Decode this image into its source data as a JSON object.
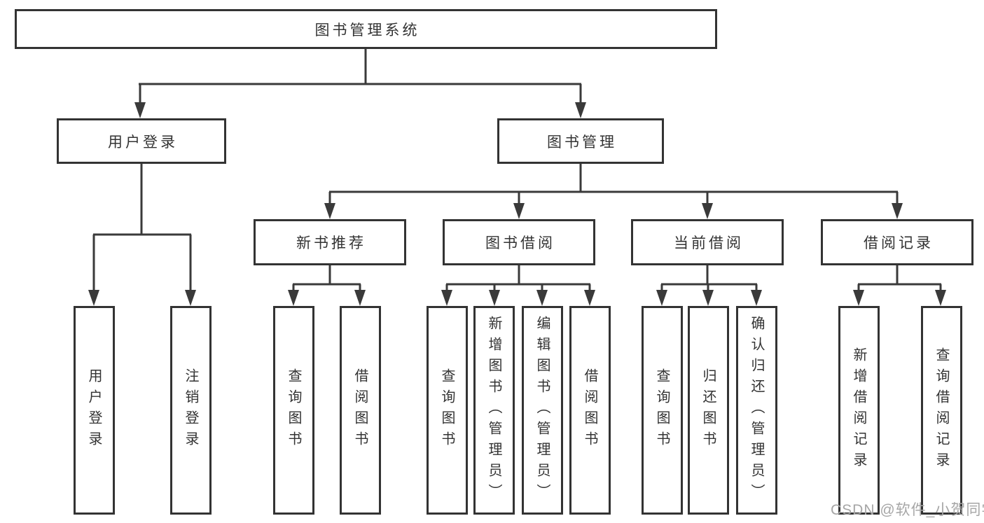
{
  "colors": {
    "background": "#ffffff",
    "line": "#3a3a3a",
    "box_border": "#333333",
    "text": "#333333",
    "watermark": "#a6a6a6"
  },
  "tree": {
    "root": {
      "label": "图书管理系统"
    },
    "children": [
      {
        "label": "用户登录",
        "children": [
          {
            "label": "用户登录"
          },
          {
            "label": "注销登录"
          }
        ]
      },
      {
        "label": "图书管理",
        "children": [
          {
            "label": "新书推荐",
            "children": [
              {
                "label": "查询图书"
              },
              {
                "label": "借阅图书"
              }
            ]
          },
          {
            "label": "图书借阅",
            "children": [
              {
                "label": "查询图书"
              },
              {
                "label": "新增图书（管理员）"
              },
              {
                "label": "编辑图书（管理员）"
              },
              {
                "label": "借阅图书"
              }
            ]
          },
          {
            "label": "当前借阅",
            "children": [
              {
                "label": "查询图书"
              },
              {
                "label": "归还图书"
              },
              {
                "label": "确认归还（管理员）"
              }
            ]
          },
          {
            "label": "借阅记录",
            "children": [
              {
                "label": "新增借阅记录"
              },
              {
                "label": "查询借阅记录"
              }
            ]
          }
        ]
      }
    ]
  },
  "watermark": {
    "text": "CSDN @软件_小贺同学"
  }
}
